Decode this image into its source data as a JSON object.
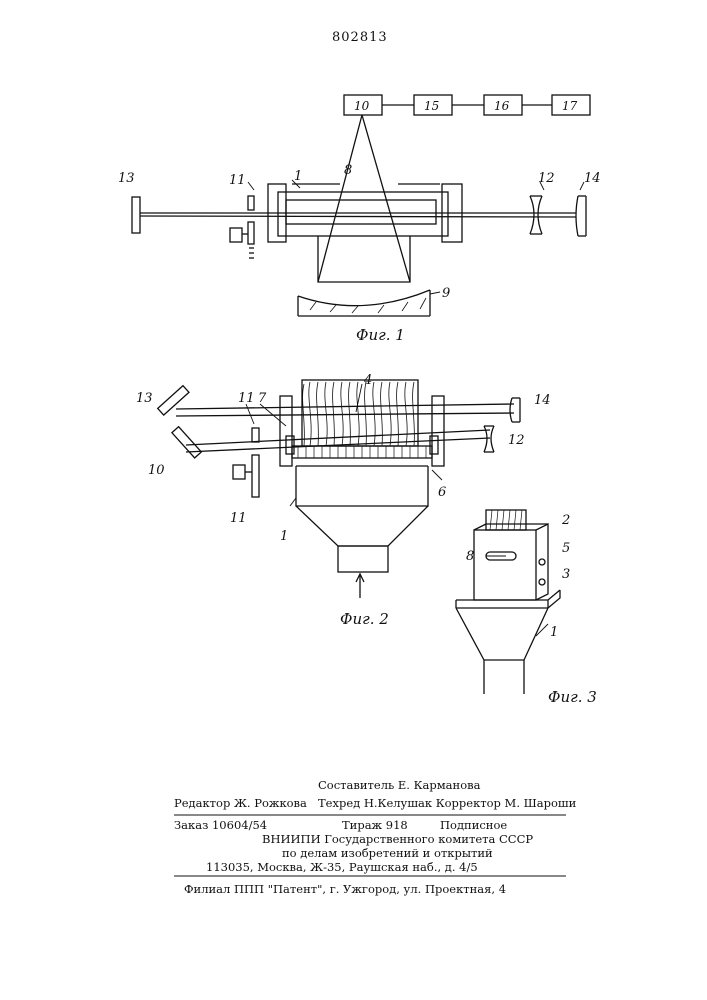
{
  "patent_number": "802813",
  "figures": {
    "fig1": {
      "caption": "Фиг. 1",
      "blocks": [
        "10",
        "15",
        "16",
        "17"
      ],
      "labels": {
        "n1": "1",
        "n8": "8",
        "n9": "9",
        "n11": "11",
        "n12": "12",
        "n13": "13",
        "n14": "14"
      }
    },
    "fig2": {
      "caption": "Фиг. 2",
      "labels": {
        "n1": "1",
        "n4": "4",
        "n6": "6",
        "n7": "7",
        "n10": "10",
        "n11a": "11",
        "n11b": "11",
        "n12": "12",
        "n13": "13",
        "n14": "14"
      }
    },
    "fig3": {
      "caption": "Фиг. 3",
      "labels": {
        "n1": "1",
        "n2": "2",
        "n3": "3",
        "n5": "5",
        "n8": "8"
      }
    }
  },
  "imprint": {
    "line1": "Составитель Е. Карманова",
    "line2_left": "Редактор Ж. Рожкова",
    "line2_right": "Техред Н.Келушак Корректор М. Шароши",
    "order": "Заказ 10604/54",
    "circulation": "Тираж 918",
    "subscription": "Подписное",
    "org1": "ВНИИПИ Государственного комитета СССР",
    "org2": "по делам изобретений и открытий",
    "address": "113035, Москва, Ж-35, Раушская наб., д. 4/5",
    "branch": "Филиал ППП \"Патент\", г. Ужгород, ул. Проектная, 4"
  }
}
